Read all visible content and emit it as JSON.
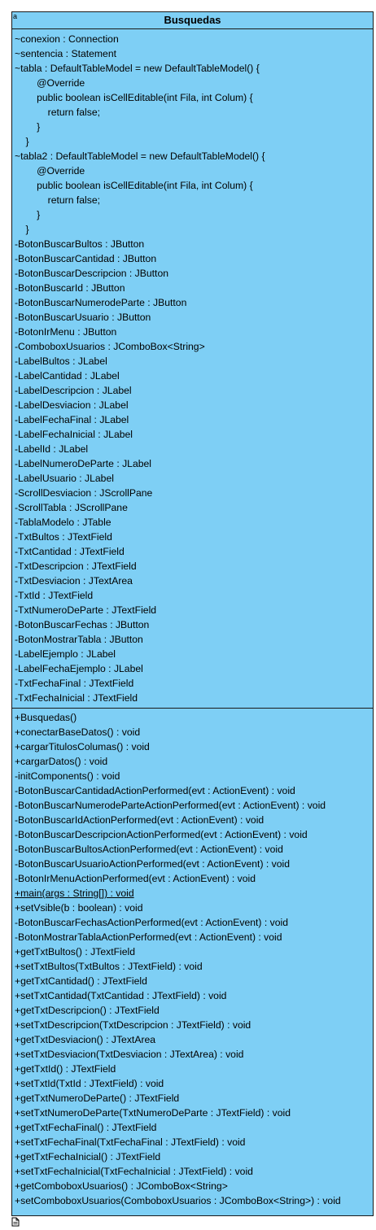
{
  "class": {
    "corner_glyph": "a",
    "name": "Busquedas",
    "attributes": [
      {
        "text": "~conexion : Connection"
      },
      {
        "text": "~sentencia : Statement"
      },
      {
        "text": "~tabla : DefaultTableModel = new DefaultTableModel() {"
      },
      {
        "text": "        @Override"
      },
      {
        "text": "        public boolean isCellEditable(int Fila, int Colum) {"
      },
      {
        "text": "            return false;"
      },
      {
        "text": "        }"
      },
      {
        "text": "    }"
      },
      {
        "text": "~tabla2 : DefaultTableModel = new DefaultTableModel() {"
      },
      {
        "text": "        @Override"
      },
      {
        "text": "        public boolean isCellEditable(int Fila, int Colum) {"
      },
      {
        "text": "            return false;"
      },
      {
        "text": "        }"
      },
      {
        "text": "    }"
      },
      {
        "text": "-BotonBuscarBultos : JButton"
      },
      {
        "text": "-BotonBuscarCantidad : JButton"
      },
      {
        "text": "-BotonBuscarDescripcion : JButton"
      },
      {
        "text": "-BotonBuscarId : JButton"
      },
      {
        "text": "-BotonBuscarNumerodeParte : JButton"
      },
      {
        "text": "-BotonBuscarUsuario : JButton"
      },
      {
        "text": "-BotonIrMenu : JButton"
      },
      {
        "text": "-ComboboxUsuarios : JComboBox<String>"
      },
      {
        "text": "-LabelBultos : JLabel"
      },
      {
        "text": "-LabelCantidad : JLabel"
      },
      {
        "text": "-LabelDescripcion : JLabel"
      },
      {
        "text": "-LabelDesviacion : JLabel"
      },
      {
        "text": "-LabelFechaFinal : JLabel"
      },
      {
        "text": "-LabelFechaInicial : JLabel"
      },
      {
        "text": "-LabelId : JLabel"
      },
      {
        "text": "-LabelNumeroDeParte : JLabel"
      },
      {
        "text": "-LabelUsuario : JLabel"
      },
      {
        "text": "-ScrollDesviacion : JScrollPane"
      },
      {
        "text": "-ScrollTabla : JScrollPane"
      },
      {
        "text": "-TablaModelo : JTable"
      },
      {
        "text": "-TxtBultos : JTextField"
      },
      {
        "text": "-TxtCantidad : JTextField"
      },
      {
        "text": "-TxtDescripcion : JTextField"
      },
      {
        "text": "-TxtDesviacion : JTextArea"
      },
      {
        "text": "-TxtId : JTextField"
      },
      {
        "text": "-TxtNumeroDeParte : JTextField"
      },
      {
        "text": "-BotonBuscarFechas : JButton"
      },
      {
        "text": "-BotonMostrarTabla : JButton"
      },
      {
        "text": "-LabelEjemplo : JLabel"
      },
      {
        "text": "-LabelFechaEjemplo : JLabel"
      },
      {
        "text": "-TxtFechaFinal : JTextField"
      },
      {
        "text": "-TxtFechaInicial : JTextField"
      }
    ],
    "operations": [
      {
        "text": "+Busquedas()"
      },
      {
        "text": "+conectarBaseDatos() : void"
      },
      {
        "text": "+cargarTitulosColumas() : void"
      },
      {
        "text": "+cargarDatos() : void"
      },
      {
        "text": "-initComponents() : void"
      },
      {
        "text": "-BotonBuscarCantidadActionPerformed(evt : ActionEvent) : void"
      },
      {
        "text": "-BotonBuscarNumerodeParteActionPerformed(evt : ActionEvent) : void"
      },
      {
        "text": "-BotonBuscarIdActionPerformed(evt : ActionEvent) : void"
      },
      {
        "text": "-BotonBuscarDescripcionActionPerformed(evt : ActionEvent) : void"
      },
      {
        "text": "-BotonBuscarBultosActionPerformed(evt : ActionEvent) : void"
      },
      {
        "text": "-BotonBuscarUsuarioActionPerformed(evt : ActionEvent) : void"
      },
      {
        "text": "-BotonIrMenuActionPerformed(evt : ActionEvent) : void"
      },
      {
        "text": "+main(args : String[]) : void",
        "static": true
      },
      {
        "text": "+setVsible(b : boolean) : void"
      },
      {
        "text": "-BotonBuscarFechasActionPerformed(evt : ActionEvent) : void"
      },
      {
        "text": "-BotonMostrarTablaActionPerformed(evt : ActionEvent) : void"
      },
      {
        "text": "+getTxtBultos() : JTextField"
      },
      {
        "text": "+setTxtBultos(TxtBultos : JTextField) : void"
      },
      {
        "text": "+getTxtCantidad() : JTextField"
      },
      {
        "text": "+setTxtCantidad(TxtCantidad : JTextField) : void"
      },
      {
        "text": "+getTxtDescripcion() : JTextField"
      },
      {
        "text": "+setTxtDescripcion(TxtDescripcion : JTextField) : void"
      },
      {
        "text": "+getTxtDesviacion() : JTextArea"
      },
      {
        "text": "+setTxtDesviacion(TxtDesviacion : JTextArea) : void"
      },
      {
        "text": "+getTxtId() : JTextField"
      },
      {
        "text": "+setTxtId(TxtId : JTextField) : void"
      },
      {
        "text": "+getTxtNumeroDeParte() : JTextField"
      },
      {
        "text": "+setTxtNumeroDeParte(TxtNumeroDeParte : JTextField) : void"
      },
      {
        "text": "+getTxtFechaFinal() : JTextField"
      },
      {
        "text": "+setTxtFechaFinal(TxtFechaFinal : JTextField) : void"
      },
      {
        "text": "+getTxtFechaInicial() : JTextField"
      },
      {
        "text": "+setTxtFechaInicial(TxtFechaInicial : JTextField) : void"
      },
      {
        "text": "+getComboboxUsuarios() : JComboBox<String>"
      },
      {
        "text": "+setComboboxUsuarios(ComboboxUsuarios : JComboBox<String>) : void"
      }
    ]
  },
  "colors": {
    "class_fill": "#7ecff5",
    "border": "#1a1a1a",
    "text": "#000000"
  },
  "icons": {
    "corner": "class-corner-icon",
    "note": "document-icon"
  }
}
